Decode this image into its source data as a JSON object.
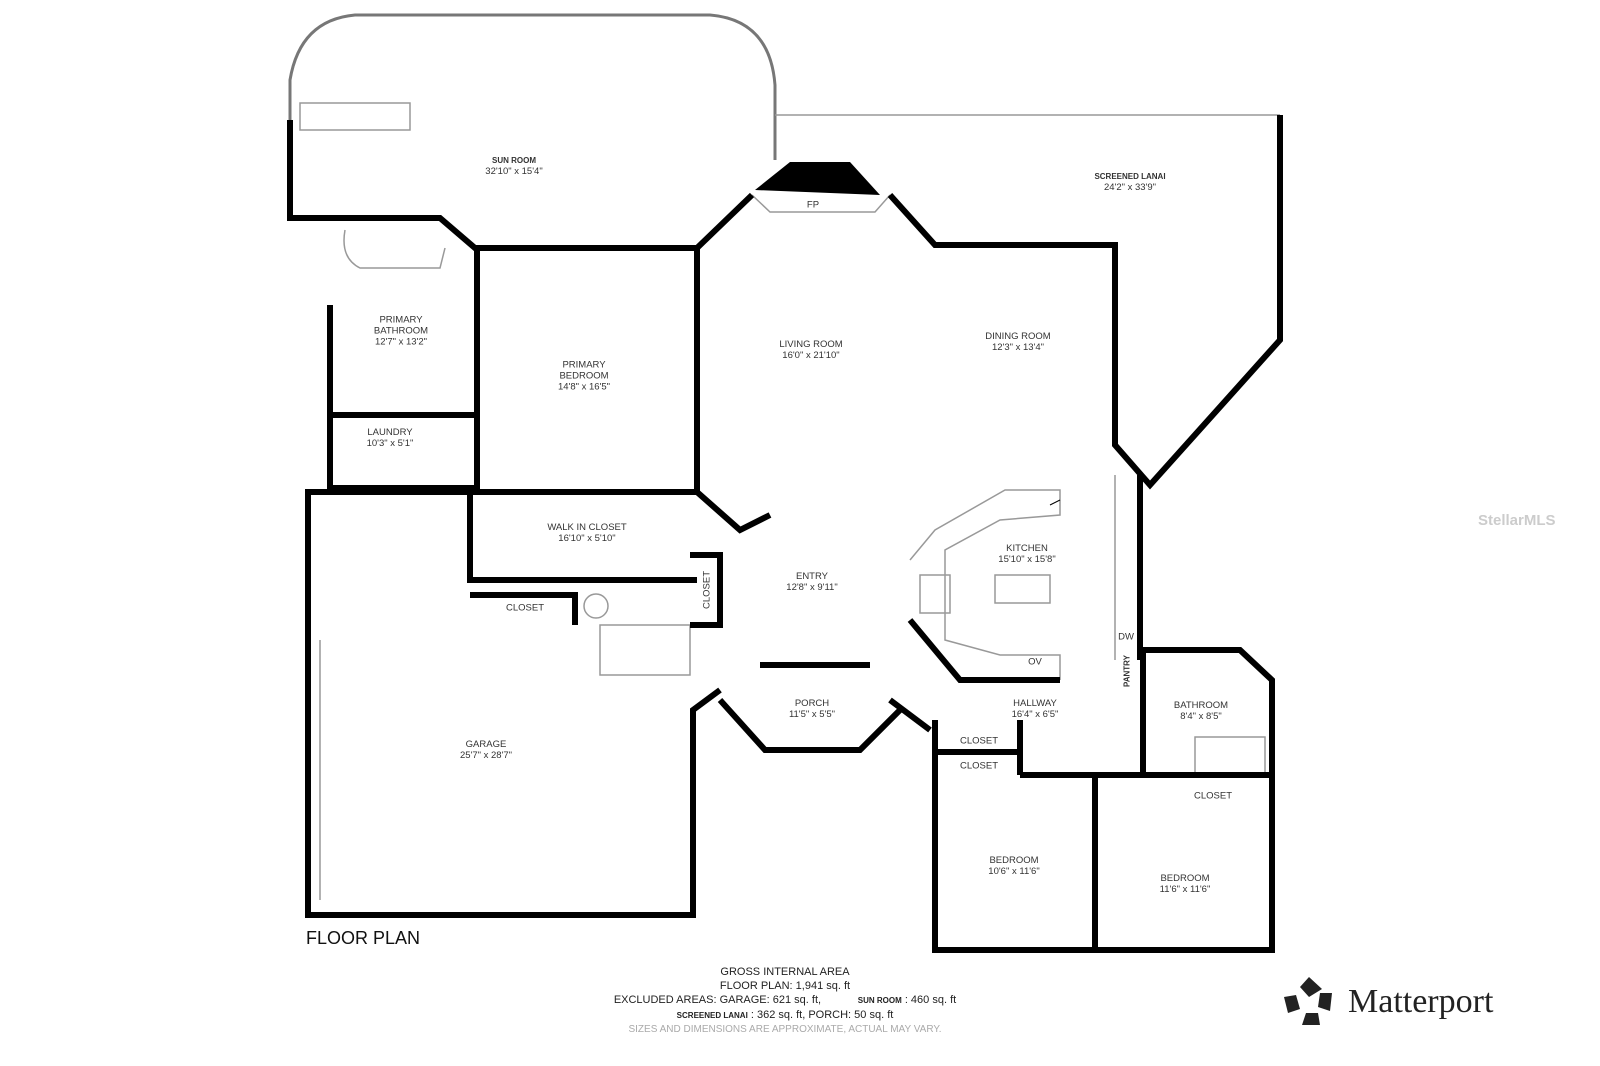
{
  "rooms": [
    {
      "id": "sun-room",
      "name": "SUN ROOM",
      "dims": "32'10\" x 15'4\""
    },
    {
      "id": "screened-lanai",
      "name": "SCREENED LANAI",
      "dims": "24'2\" x 33'9\""
    },
    {
      "id": "primary-bathroom",
      "name": "PRIMARY BATHROOM",
      "dims": "12'7\" x 13'2\""
    },
    {
      "id": "primary-bedroom",
      "name": "PRIMARY BEDROOM",
      "dims": "14'8\" x 16'5\""
    },
    {
      "id": "living-room",
      "name": "LIVING ROOM",
      "dims": "16'0\" x 21'10\""
    },
    {
      "id": "dining-room",
      "name": "DINING ROOM",
      "dims": "12'3\" x 13'4\""
    },
    {
      "id": "laundry",
      "name": "LAUNDRY",
      "dims": "10'3\" x 5'1\""
    },
    {
      "id": "walk-in-closet",
      "name": "WALK IN CLOSET",
      "dims": "16'10\" x 5'10\""
    },
    {
      "id": "kitchen",
      "name": "KITCHEN",
      "dims": "15'10\" x 15'8\""
    },
    {
      "id": "entry",
      "name": "ENTRY",
      "dims": "12'8\" x 9'11\""
    },
    {
      "id": "porch",
      "name": "PORCH",
      "dims": "11'5\" x 5'5\""
    },
    {
      "id": "hallway",
      "name": "HALLWAY",
      "dims": "16'4\" x 6'5\""
    },
    {
      "id": "bathroom",
      "name": "BATHROOM",
      "dims": "8'4\" x 8'5\""
    },
    {
      "id": "garage",
      "name": "GARAGE",
      "dims": "25'7\" x 28'7\""
    },
    {
      "id": "bedroom-1",
      "name": "BEDROOM",
      "dims": "10'6\" x 11'6\""
    },
    {
      "id": "bedroom-2",
      "name": "BEDROOM",
      "dims": "11'6\" x 11'6\""
    }
  ],
  "fixtures": {
    "fp": "FP",
    "closet": "CLOSET",
    "dw": "DW",
    "ov": "OV",
    "pantry": "PANTRY"
  },
  "title": "FLOOR PLAN",
  "area": {
    "heading": "GROSS INTERNAL AREA",
    "floor_plan": "FLOOR PLAN: 1,941 sq. ft",
    "excluded": "EXCLUDED AREAS: GARAGE: 621 sq. ft,",
    "sun_room_label": "SUN ROOM",
    "sun_room_value": ": 460 sq. ft",
    "lanai_label": "SCREENED LANAI",
    "lanai_value": ": 362 sq. ft, PORCH: 50 sq. ft",
    "disclaimer": "SIZES AND DIMENSIONS ARE APPROXIMATE, ACTUAL MAY VARY."
  },
  "brand": {
    "name": "Matterport",
    "icon": "matterport-logo-icon"
  },
  "watermark": "StellarMLS",
  "colors": {
    "wall": "#000000",
    "line": "#999999"
  }
}
